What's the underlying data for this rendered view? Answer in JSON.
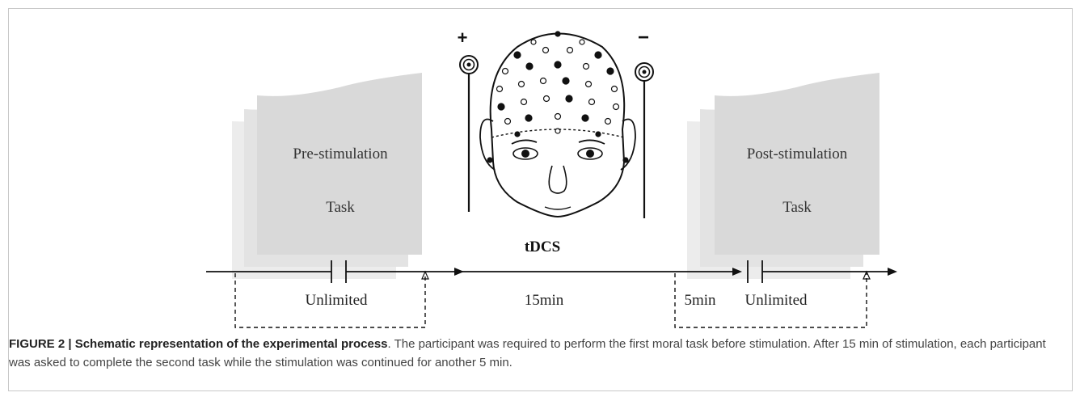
{
  "diagram": {
    "pre_task": {
      "line1": "Pre-stimulation",
      "line2": "Task"
    },
    "post_task": {
      "line1": "Post-stimulation",
      "line2": "Task"
    },
    "anode_sign": "+",
    "cathode_sign": "−",
    "tdcs_label": "tDCS",
    "timeline": {
      "pre_label": "Unlimited",
      "stim_label": "15min",
      "extra_label": "5min",
      "post_label": "Unlimited"
    },
    "colors": {
      "card_front": "#d9d9d9",
      "card_mid": "#e3e3e3",
      "card_back": "#ececec",
      "line": "#111111"
    }
  },
  "caption": {
    "bold": "FIGURE 2 | Schematic representation of the experimental process",
    "text": ". The participant was required to perform the first moral task before stimulation. After 15 min of stimulation, each participant was asked to complete the second task while the stimulation was continued for another 5 min."
  }
}
